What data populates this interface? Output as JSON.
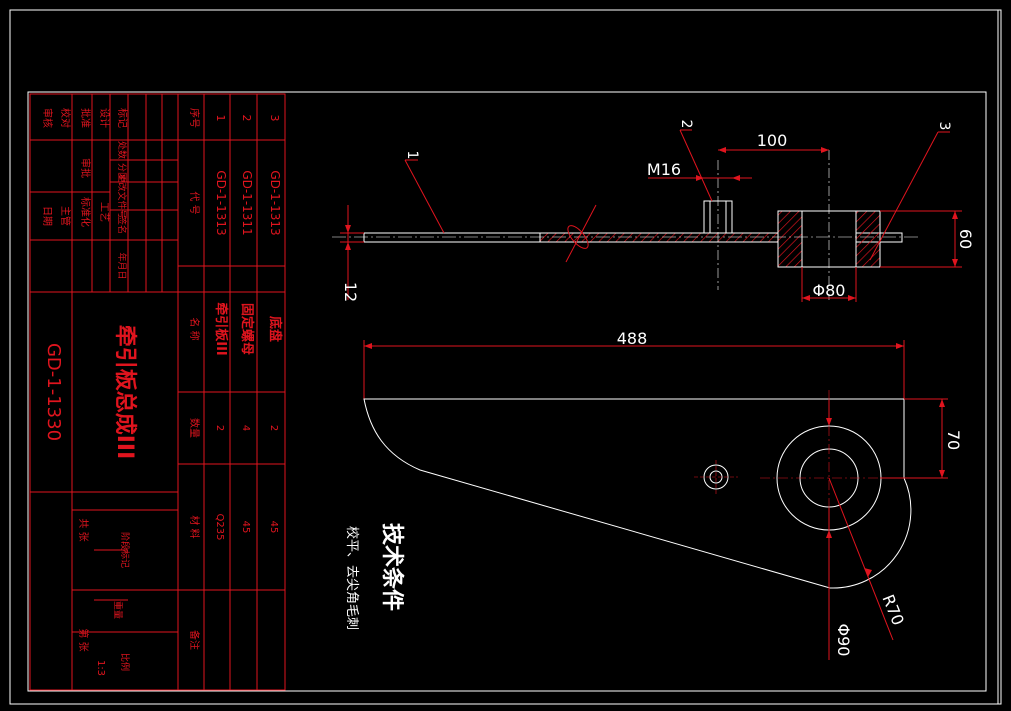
{
  "colors": {
    "background": "#000000",
    "frame": "#ffffff",
    "title_block": "#e0141e",
    "hatch": "#e0141e"
  },
  "drawing": {
    "dimensions": {
      "d100": "100",
      "m16": "M16",
      "d12": "12",
      "d60_tall": "60",
      "phi80": "Φ80",
      "d488": "488",
      "d70": "70",
      "r70": "R70",
      "phi90": "Φ90"
    },
    "leaders": {
      "part1": "1",
      "part2": "2",
      "part3": "3"
    },
    "tech": {
      "title": "技术条件",
      "note": "校平、去尖角毛刺"
    }
  },
  "title_block": {
    "drawing_name": "牵引板总成III",
    "drawing_number": "GD-1-1330",
    "sign_labels": [
      "审核",
      "校对",
      "设计",
      "标记",
      "处数",
      "分区",
      "更改文件号",
      "签名",
      "年月日"
    ],
    "sign_labels2": [
      "批准",
      "标准化",
      "工艺",
      "日期"
    ],
    "sign_labels3": [
      "主管",
      "审批"
    ],
    "scale_label": "比例",
    "scale_value": "1:3",
    "stage_label": "阶段标记",
    "weight_label": "重量",
    "sheet_label1": "共 张",
    "sheet_label2": "第 张",
    "bom_header": {
      "index": "序号",
      "code": "代 号",
      "name": "名 称",
      "qty": "数量",
      "material": "材 料",
      "remark": "备注"
    },
    "bom_rows": [
      {
        "index": "3",
        "code": "GD-1-1313",
        "name": "底盘",
        "qty": "2",
        "material": "45"
      },
      {
        "index": "2",
        "code": "GD-1-1311",
        "name": "固定螺母",
        "qty": "4",
        "material": "45"
      },
      {
        "index": "1",
        "code": "GD-1-1313",
        "name": "牵引板III",
        "qty": "2",
        "material": "Q235"
      }
    ]
  }
}
